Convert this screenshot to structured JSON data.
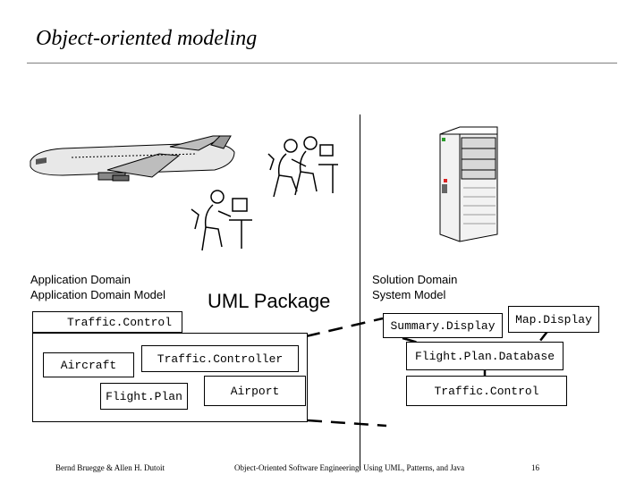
{
  "slide": {
    "title": "Object-oriented modeling",
    "page_number": "16"
  },
  "left_domain": {
    "title": "Application Domain",
    "model_label": "Application Domain Model",
    "package_label": "UML Package",
    "package_name": "Traffic.Control",
    "classes": {
      "aircraft": "Aircraft",
      "traffic_controller": "Traffic.Controller",
      "flight_plan": "Flight.Plan",
      "airport": "Airport"
    }
  },
  "right_domain": {
    "title": "Solution Domain",
    "model_label": "System Model",
    "classes": {
      "summary_display": "Summary.Display",
      "map_display": "Map.Display",
      "flight_plan_database": "Flight.Plan.Database",
      "traffic_control": "Traffic.Control"
    }
  },
  "footer": {
    "authors": "Bernd Bruegge & Allen H. Dutoit",
    "book": "Object-Oriented Software Engineering: Using UML, Patterns, and Java"
  },
  "icons": [
    "airplane-icon",
    "air-traffic-controllers-icon",
    "controller-workstation-icon",
    "server-tower-icon"
  ]
}
